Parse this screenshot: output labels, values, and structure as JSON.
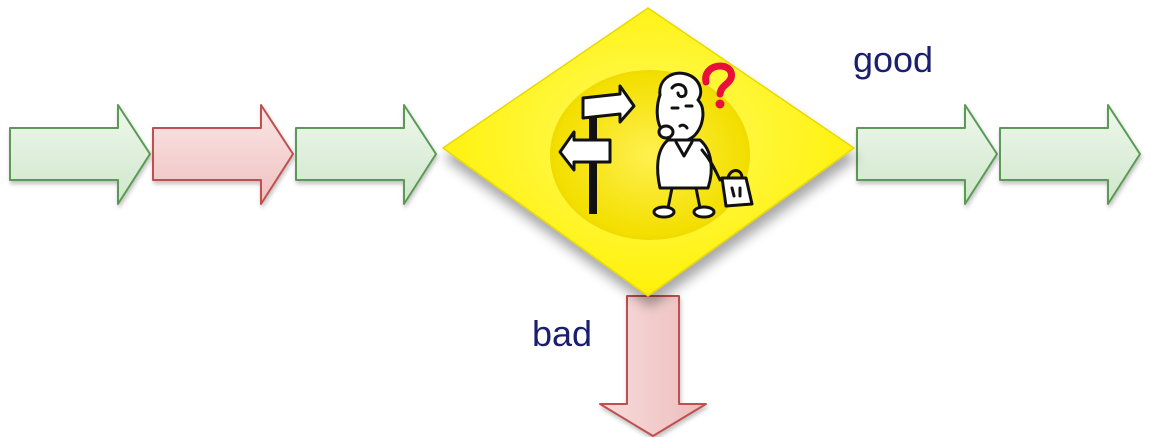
{
  "labels": {
    "good": "good",
    "bad": "bad"
  },
  "colors": {
    "green_arrow_fill": "#dff0dc",
    "green_arrow_stroke": "#5a9a55",
    "red_arrow_fill": "#f6d6d6",
    "red_arrow_stroke": "#c05050",
    "decision_fill": "#fff200",
    "decision_circle": "#f2e000",
    "label_text": "#1a1f6e",
    "question_mark": "#e8103a"
  },
  "icons": {
    "decision": "decision-diamond",
    "signpost": "signpost-icon",
    "person": "thinking-person-icon",
    "question": "question-mark-icon"
  }
}
